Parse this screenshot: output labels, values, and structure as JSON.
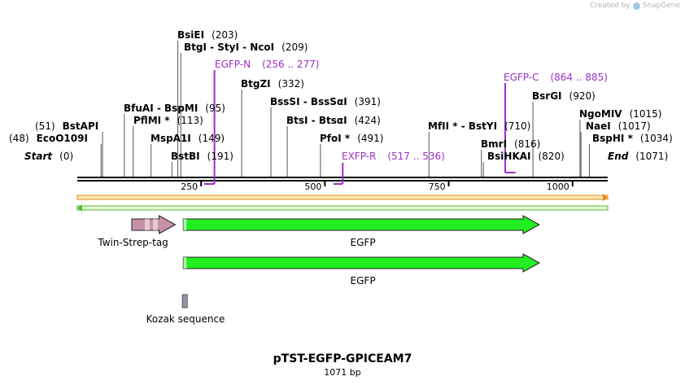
{
  "app": {
    "credit_text": "Created by",
    "brand": "SnapGene",
    "brand_icon": "snapgene-logo-icon"
  },
  "map": {
    "name": "pTST-EGFP-GPICEAM7",
    "length_label": "1071 bp",
    "length_bp": 1071,
    "backbone_color": "#000000"
  },
  "sites": [
    {
      "name": "Start",
      "pos": "(0)",
      "bp": 0,
      "italic": true
    },
    {
      "name": "EcoO109I",
      "pos": "(48)",
      "bp": 48,
      "pos_left": true
    },
    {
      "name": "BstAPI",
      "pos": "(51)",
      "bp": 51,
      "pos_left": true
    },
    {
      "name": "PflMI *",
      "pos": "(113)",
      "bp": 113
    },
    {
      "name": "BfuAI  -  BspMI",
      "pos": "(95)",
      "bp": 95
    },
    {
      "name": "MspA1I",
      "pos": "(149)",
      "bp": 149
    },
    {
      "name": "BstBI",
      "pos": "(191)",
      "bp": 191
    },
    {
      "name": "BsiEI",
      "pos": "(203)",
      "bp": 203
    },
    {
      "name": "BtgI  -  StyI  -  NcoI",
      "pos": "(209)",
      "bp": 209
    },
    {
      "name": "BtgZI",
      "pos": "(332)",
      "bp": 332
    },
    {
      "name": "BssSI  -  BssSαI",
      "pos": "(391)",
      "bp": 391
    },
    {
      "name": "BtsI  -  BtsαI",
      "pos": "(424)",
      "bp": 424
    },
    {
      "name": "PfoI *",
      "pos": "(491)",
      "bp": 491
    },
    {
      "name": "MfII *  -  BstYI",
      "pos": "(710)",
      "bp": 710
    },
    {
      "name": "BmrI",
      "pos": "(816)",
      "bp": 816
    },
    {
      "name": "BsiHKAI",
      "pos": "(820)",
      "bp": 820
    },
    {
      "name": "BsrGI",
      "pos": "(920)",
      "bp": 920
    },
    {
      "name": "NgoMIV",
      "pos": "(1015)",
      "bp": 1015
    },
    {
      "name": "NaeI",
      "pos": "(1017)",
      "bp": 1017
    },
    {
      "name": "BspHI *",
      "pos": "(1034)",
      "bp": 1034
    },
    {
      "name": "End",
      "pos": "(1071)",
      "bp": 1071,
      "italic": true
    }
  ],
  "primers": [
    {
      "name": "EGFP-N",
      "range": "(256 .. 277)",
      "start": 256,
      "end": 277,
      "color": "#9b30c8"
    },
    {
      "name": "EXFP-R",
      "range": "(517 .. 536)",
      "start": 517,
      "end": 536,
      "color": "#9b30c8"
    },
    {
      "name": "EGFP-C",
      "range": "(864 .. 885)",
      "start": 864,
      "end": 885,
      "color": "#9b30c8"
    }
  ],
  "ticks": [
    {
      "label": "250",
      "bp": 250
    },
    {
      "label": "500",
      "bp": 500
    },
    {
      "label": "750",
      "bp": 750
    },
    {
      "label": "1000",
      "bp": 1000
    }
  ],
  "features": [
    {
      "name": "Twin-Strep-tag",
      "start": 110,
      "end": 198,
      "color": "#c890a8"
    },
    {
      "name": "EGFP",
      "start": 214,
      "end": 933,
      "color": "#22ee22"
    },
    {
      "name": "EGFP",
      "start": 214,
      "end": 933,
      "color": "#22ee22"
    },
    {
      "name": "Kozak sequence",
      "start": 204,
      "end": 214,
      "color": "#9098a8"
    }
  ],
  "strands": {
    "forward_color": "#e88a1a",
    "reverse_color": "#55bb33"
  }
}
